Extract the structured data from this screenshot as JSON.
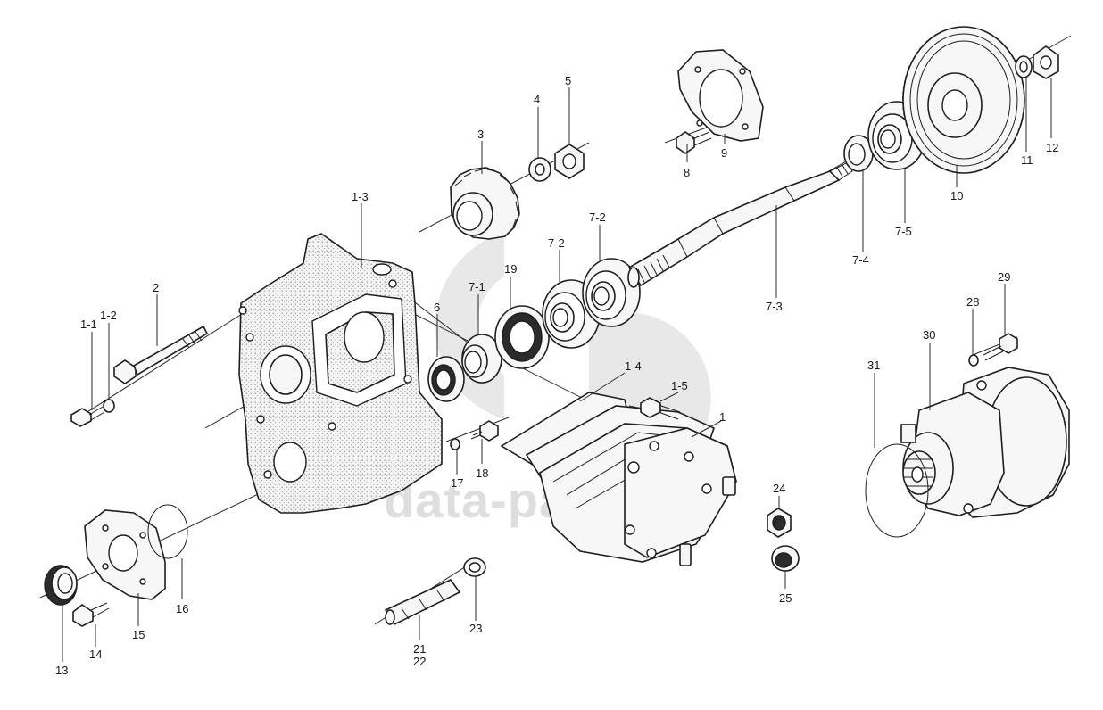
{
  "watermark": {
    "text": "data-parts",
    "color": "#d3d3d3"
  },
  "callouts": {
    "p1": "1",
    "p1_1": "1-1",
    "p1_2": "1-2",
    "p1_3": "1-3",
    "p1_4": "1-4",
    "p1_5": "1-5",
    "p2": "2",
    "p3": "3",
    "p4": "4",
    "p5": "5",
    "p6": "6",
    "p7_1": "7-1",
    "p7_2a": "7-2",
    "p7_2b": "7-2",
    "p7_3": "7-3",
    "p7_4": "7-4",
    "p7_5": "7-5",
    "p8": "8",
    "p9": "9",
    "p10": "10",
    "p11": "11",
    "p12": "12",
    "p13": "13",
    "p14": "14",
    "p15": "15",
    "p16": "16",
    "p17": "17",
    "p18": "18",
    "p19": "19",
    "p21": "21",
    "p22": "22",
    "p23": "23",
    "p24": "24",
    "p25": "25",
    "p28": "28",
    "p29": "29",
    "p30": "30",
    "p31": "31"
  }
}
